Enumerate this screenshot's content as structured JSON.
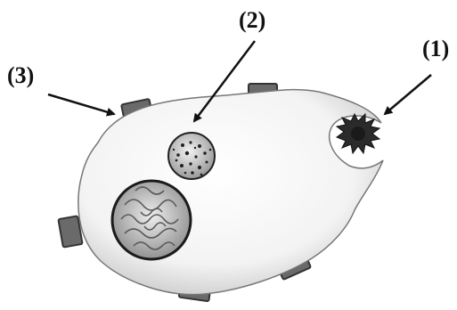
{
  "labels": {
    "one": "(1)",
    "two": "(2)",
    "three": "(3)"
  },
  "colors": {
    "ink": "#111111",
    "cell_fill": "#f4f4f4",
    "cell_edge": "#555555",
    "receptor": "#6a6a6a",
    "particle": "#2b2b2b"
  }
}
